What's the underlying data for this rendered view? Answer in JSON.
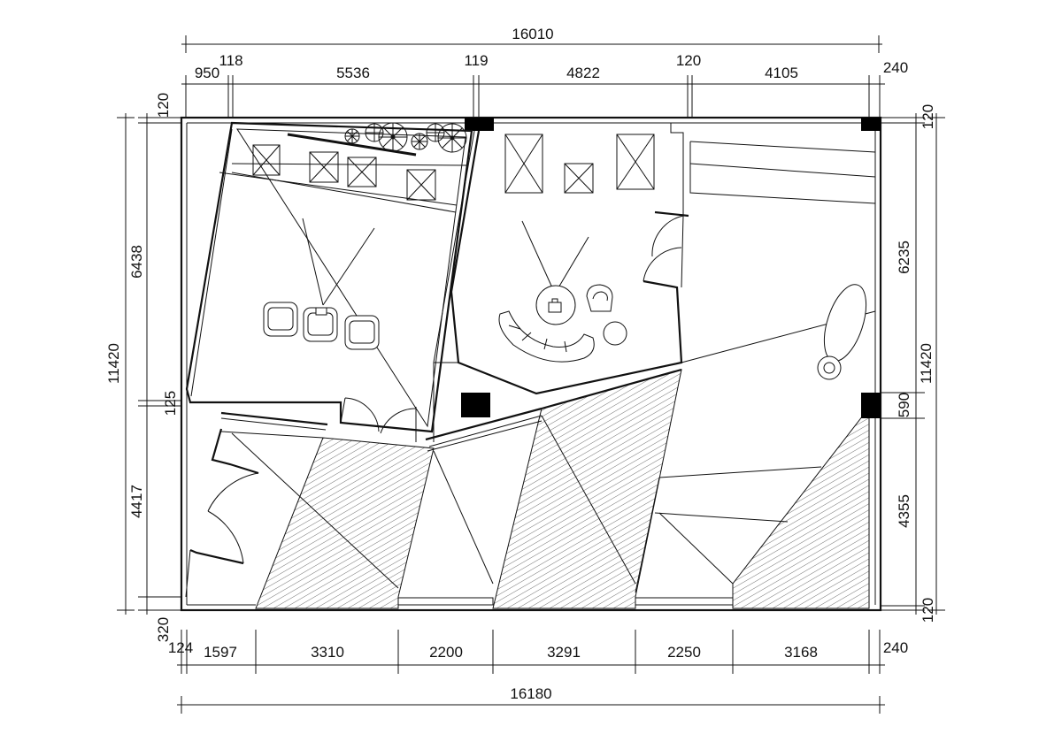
{
  "dimensions": {
    "top_overall": "16010",
    "top_segments": [
      "950",
      "118",
      "5536",
      "119",
      "4822",
      "120",
      "4105",
      "240"
    ],
    "bottom_overall": "16180",
    "bottom_segments": [
      "124",
      "1597",
      "3310",
      "2200",
      "3291",
      "2250",
      "3168",
      "240"
    ],
    "left_overall": "11420",
    "left_segments": [
      "120",
      "6438",
      "125",
      "4417",
      "320"
    ],
    "right_overall": "11420",
    "right_segments": [
      "120",
      "6235",
      "590",
      "4355",
      "120"
    ]
  },
  "colors": {
    "line": "#111111",
    "background": "#ffffff",
    "column_fill": "#000000"
  }
}
